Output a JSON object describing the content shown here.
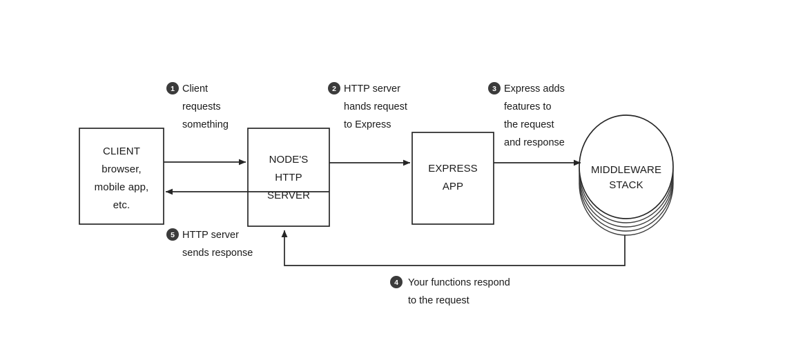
{
  "diagram": {
    "title": "Express request/response flow",
    "background_color": "#ffffff",
    "stroke_color": "#262626",
    "badge_color": "#3b3b3b",
    "badge_text_color": "#ffffff",
    "nodes": [
      {
        "id": "client",
        "name": "client-box",
        "shape": "rectangle",
        "lines": [
          "CLIENT",
          "browser,",
          "mobile app,",
          "etc."
        ]
      },
      {
        "id": "node-http-server",
        "name": "node-http-server-box",
        "shape": "rectangle",
        "lines": [
          "NODE'S",
          "HTTP",
          "SERVER"
        ]
      },
      {
        "id": "express-app",
        "name": "express-app-box",
        "shape": "rectangle",
        "lines": [
          "EXPRESS",
          "APP"
        ]
      },
      {
        "id": "middleware-stack",
        "name": "middleware-stack-shape",
        "shape": "stacked-ellipse",
        "layers": 5,
        "lines": [
          "MIDDLEWARE",
          "STACK"
        ]
      }
    ],
    "steps": [
      {
        "number": "1",
        "name": "step-1-client-requests",
        "lines": [
          "Client",
          "requests",
          "something"
        ]
      },
      {
        "number": "2",
        "name": "step-2-http-server-hands-request",
        "lines": [
          "HTTP server",
          "hands request",
          "to Express"
        ]
      },
      {
        "number": "3",
        "name": "step-3-express-adds-features",
        "lines": [
          "Express adds",
          "features to",
          "the request",
          "and response"
        ]
      },
      {
        "number": "4",
        "name": "step-4-your-functions-respond",
        "lines": [
          "Your functions respond",
          "to the request"
        ]
      },
      {
        "number": "5",
        "name": "step-5-http-server-sends-response",
        "lines": [
          "HTTP server",
          "sends response"
        ]
      }
    ],
    "connectors": [
      {
        "name": "client-to-node-arrow",
        "from": "client",
        "to": "node-http-server",
        "direction": "right"
      },
      {
        "name": "node-to-client-arrow",
        "from": "node-http-server",
        "to": "client",
        "direction": "left"
      },
      {
        "name": "node-to-express-arrow",
        "from": "node-http-server",
        "to": "express-app",
        "direction": "right"
      },
      {
        "name": "express-to-middleware-arrow",
        "from": "express-app",
        "to": "middleware-stack",
        "direction": "right"
      },
      {
        "name": "middleware-to-node-return-arrow",
        "from": "middleware-stack",
        "to": "node-http-server",
        "direction": "up"
      }
    ]
  }
}
